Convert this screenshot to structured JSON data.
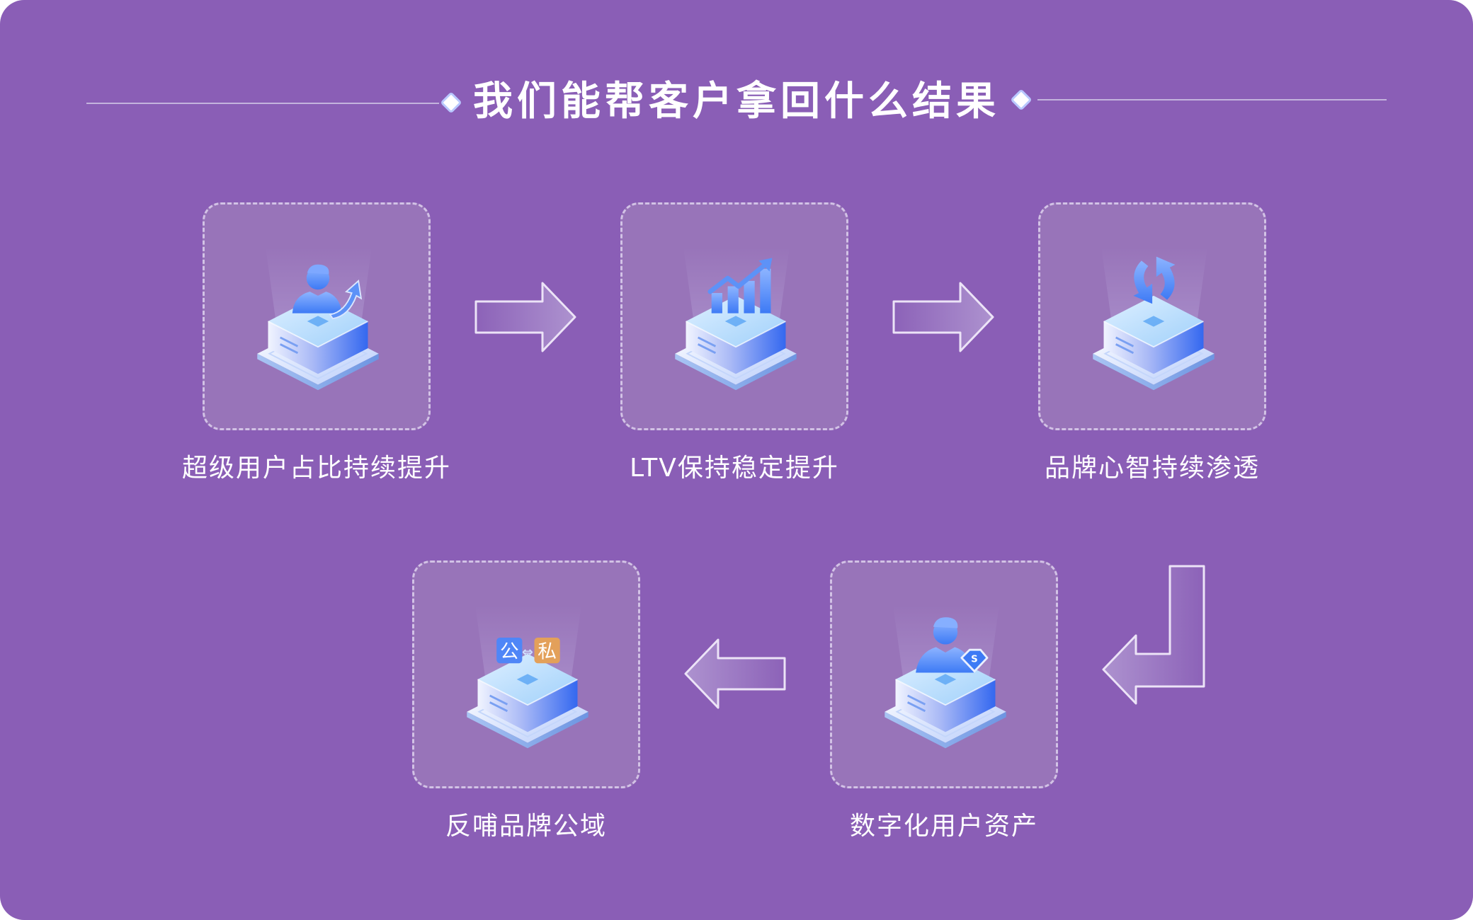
{
  "title": "我们能帮客户拿回什么结果",
  "colors": {
    "background": "#8a5eb6",
    "card_fill": "#9874b9",
    "accent_blue": "#4f86f7",
    "accent_orange": "#e3a05a",
    "text": "#ffffff"
  },
  "steps": [
    {
      "label": "超级用户占比持续提升",
      "icon": "user-growth-icon"
    },
    {
      "label": "LTV保持稳定提升",
      "icon": "bar-chart-up-icon"
    },
    {
      "label": "品牌心智持续渗透",
      "icon": "refresh-cycle-icon"
    },
    {
      "label": "数字化用户资产",
      "icon": "user-diamond-icon"
    },
    {
      "label": "反哺品牌公域",
      "icon": "public-private-exchange-icon"
    }
  ],
  "badges": {
    "public": "公",
    "private": "私",
    "exchange": "⇔",
    "diamond_letter": "S"
  },
  "flow": [
    "step-1 → step-2",
    "step-2 → step-3",
    "step-3 ↓ step-4",
    "step-4 → step-5"
  ]
}
